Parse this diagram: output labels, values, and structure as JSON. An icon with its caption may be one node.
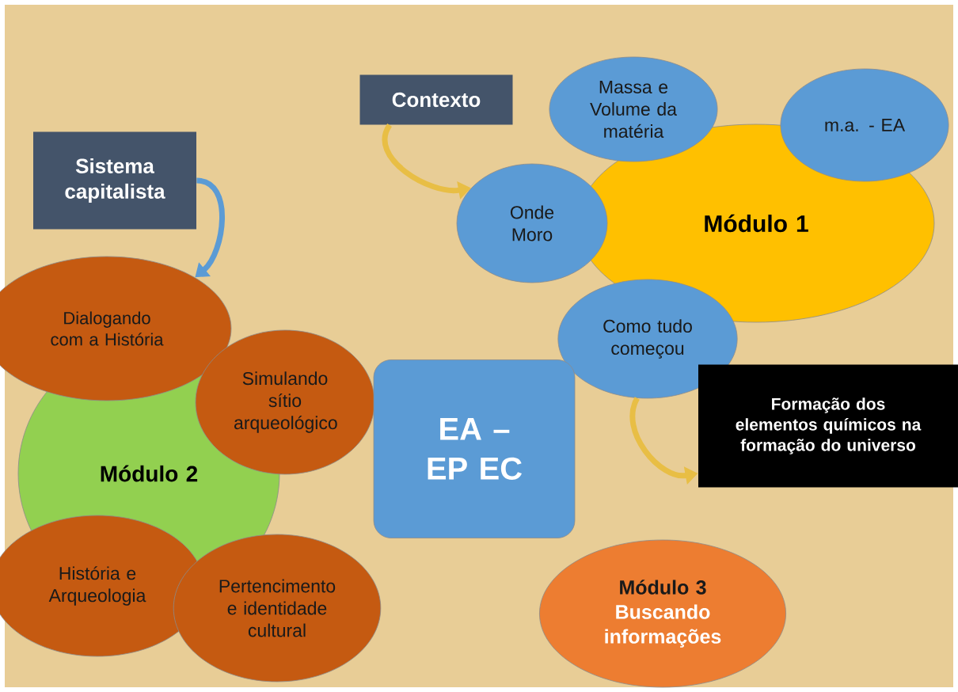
{
  "diagram": {
    "nodes": [
      {
        "text": [
          "Contexto"
        ]
      },
      {
        "text": [
          "Sistema capitalista"
        ]
      },
      {
        "text": [
          "Massa e Volume da matéria"
        ]
      },
      {
        "text": [
          "m.a. - EA"
        ]
      },
      {
        "text": [
          "Onde Moro"
        ]
      },
      {
        "text": [
          "Módulo 1"
        ]
      },
      {
        "text": [
          "Dialogando com a História"
        ]
      },
      {
        "text": [
          "Simulando sítio arqueológico"
        ]
      },
      {
        "text": [
          "Como tudo começou"
        ]
      },
      {
        "text": [
          "Formação dos elementos químicos na formação do universo"
        ]
      },
      {
        "text": [
          "EA – EP EC"
        ]
      },
      {
        "text": [
          "Módulo 2"
        ]
      },
      {
        "text": [
          "História e Arqueologia"
        ]
      },
      {
        "text": [
          "Pertencimento e identidade cultural"
        ]
      },
      {
        "text": [
          "Módulo 3",
          "Buscando informações"
        ]
      }
    ],
    "edges": [
      {
        "from": 1,
        "to": 6,
        "arrow": "to",
        "color": "#5b9bd5"
      },
      {
        "from": 0,
        "to": 4,
        "arrow": "to"
      },
      {
        "from": 8,
        "to": 9,
        "arrow": "to"
      }
    ]
  }
}
